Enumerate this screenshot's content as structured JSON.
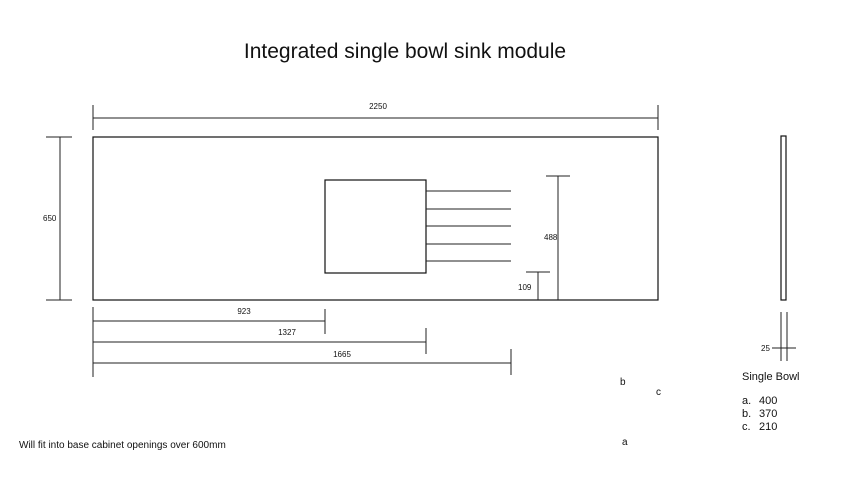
{
  "title": "Integrated single bowl sink module",
  "dimensions": {
    "overall_width": "2250",
    "overall_depth": "650",
    "bowl_offset": "923",
    "bowl_far_edge": "1327",
    "drainer_end": "1665",
    "drainer_depth": "488",
    "front_margin": "109",
    "thickness": "25"
  },
  "markers": {
    "a": "a",
    "b": "b",
    "c": "c"
  },
  "spec": {
    "heading": "Single Bowl",
    "items": [
      {
        "key": "a.",
        "value": "400"
      },
      {
        "key": "b.",
        "value": "370"
      },
      {
        "key": "c.",
        "value": "210"
      }
    ]
  },
  "note": "Will fit into base cabinet openings over 600mm"
}
